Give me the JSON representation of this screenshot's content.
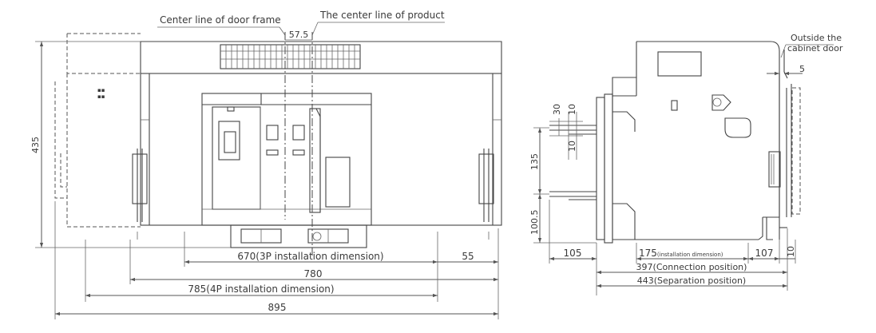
{
  "front_view": {
    "callouts": {
      "door_frame_center": "Center line of door frame",
      "product_center": "The center line of product"
    },
    "dims": {
      "offset": "57.5",
      "height": "435",
      "d670": "670(3P installation dimension)",
      "d55": "55",
      "d780": "780",
      "d785": "785(4P installation dimension)",
      "d895": "895"
    }
  },
  "side_view": {
    "callout": {
      "line1": "Outside  the",
      "line2": "cabinet door"
    },
    "dims": {
      "gap": "5",
      "d30": "30",
      "d10a": "10",
      "d10b": "10",
      "d135": "135",
      "d100_5": "100.5",
      "d105": "105",
      "d175": "175",
      "d175_note": "(installation dimension)",
      "d107": "107",
      "d10c": "10",
      "d397": "397(Connection position)",
      "d443": "443(Separation position)"
    }
  }
}
